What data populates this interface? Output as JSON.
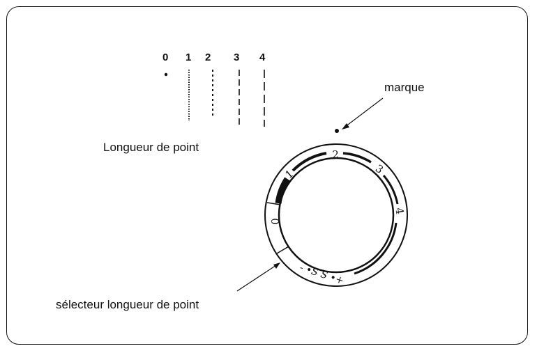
{
  "stitch_lengths": [
    "0",
    "1",
    "2",
    "3",
    "4"
  ],
  "labels": {
    "stitch_length": "Longueur de point",
    "mark": "marque",
    "selector": "sélecteur longueur de point"
  },
  "dial": {
    "numbers": [
      "0",
      "1",
      "2",
      "3",
      "4"
    ],
    "stretch_text": "- •S S •+"
  }
}
